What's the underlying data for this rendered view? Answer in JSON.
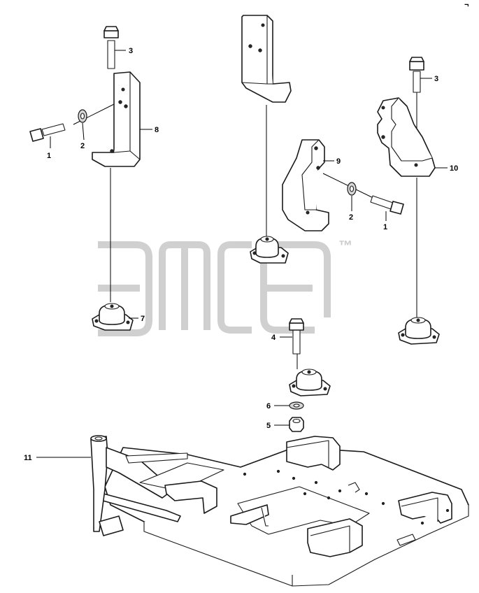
{
  "watermark": {
    "brand_symbol": "™",
    "color": "#d0d0d0"
  },
  "callouts": [
    {
      "id": "bolt-top-left",
      "text": "3"
    },
    {
      "id": "bolt-side-left",
      "text": "1"
    },
    {
      "id": "washer-left",
      "text": "2"
    },
    {
      "id": "bracket-left",
      "text": "8"
    },
    {
      "id": "mount-left",
      "text": "7"
    },
    {
      "id": "bracket-center",
      "text": "9"
    },
    {
      "id": "washer-right",
      "text": "2"
    },
    {
      "id": "bolt-side-right",
      "text": "1"
    },
    {
      "id": "bolt-top-right",
      "text": "3"
    },
    {
      "id": "bracket-right",
      "text": "10"
    },
    {
      "id": "bolt-center",
      "text": "4"
    },
    {
      "id": "washer-center",
      "text": "6"
    },
    {
      "id": "nut-center",
      "text": "5"
    },
    {
      "id": "frame",
      "text": "11"
    }
  ],
  "corner_mark": "¬"
}
